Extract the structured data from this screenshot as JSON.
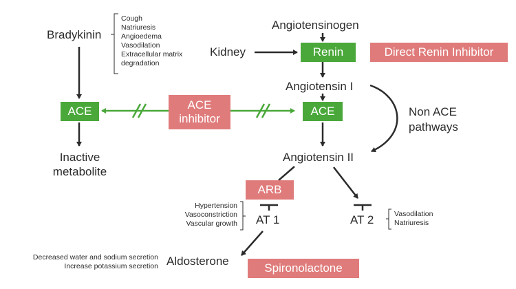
{
  "nodes": {
    "bradykinin": "Bradykinin",
    "angiotensinogen": "Angiotensinogen",
    "kidney": "Kidney",
    "renin": "Renin",
    "direct_renin_inhibitor": "Direct Renin Inhibitor",
    "angiotensin_1": "Angiotensin I",
    "ace_left": "ACE",
    "ace_inhibitor": "ACE\ninhibitor",
    "ace_right": "ACE",
    "non_ace_pathways": "Non ACE\npathways",
    "inactive_metabolite": "Inactive\nmetabolite",
    "angiotensin_2": "Angiotensin II",
    "arb": "ARB",
    "at1": "AT 1",
    "at2": "AT 2",
    "aldosterone": "Aldosterone",
    "spironolactone": "Spironolactone"
  },
  "bradykinin_effects": [
    "Cough",
    "Natriuresis",
    "Angioedema",
    "Vasodilation",
    "Extracellular matrix",
    "degradation"
  ],
  "at1_effects": [
    "Hypertension",
    "Vasoconstriction",
    "Vascular growth"
  ],
  "at2_effects": [
    "Vasodilation",
    "Natriuresis"
  ],
  "aldosterone_effects": [
    "Decreased water and sodium secretion",
    "Increase potassium secretion"
  ],
  "colors": {
    "green": "#4aa83a",
    "pink": "#e07b7b",
    "arrow": "#2b2b2b"
  }
}
